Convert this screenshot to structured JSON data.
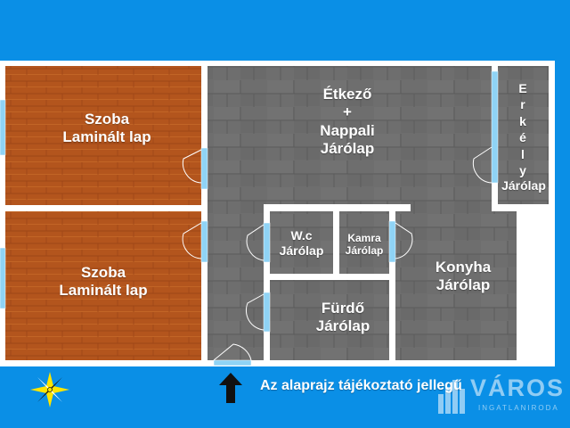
{
  "rooms": {
    "szoba1": "Szoba\nLaminált lap",
    "szoba2": "Szoba\nLaminált lap",
    "etkezo": "Étkező\n+\nNappali\nJárólap",
    "erkely_letters": "E\nr\nk\né\nl\ny",
    "erkely_floor": "Járólap",
    "wc": "W.c\nJárólap",
    "kamra": "Kamra\nJárólap",
    "konyha": "Konyha\nJárólap",
    "furdo": "Fürdő\nJárólap"
  },
  "note": "Az alaprajz tájékoztató jellegű",
  "logo": {
    "main": "VÁROS",
    "sub": "INGATLANIRODA"
  },
  "icons": [
    "compass-icon",
    "north-arrow-icon",
    "door-swing-icon",
    "window-icon"
  ],
  "colors": {
    "background": "#0a8fe6",
    "laminate": "#b3551d",
    "tile": "#6e6e6e",
    "wall": "#ffffff",
    "window": "#8fd3f5"
  }
}
